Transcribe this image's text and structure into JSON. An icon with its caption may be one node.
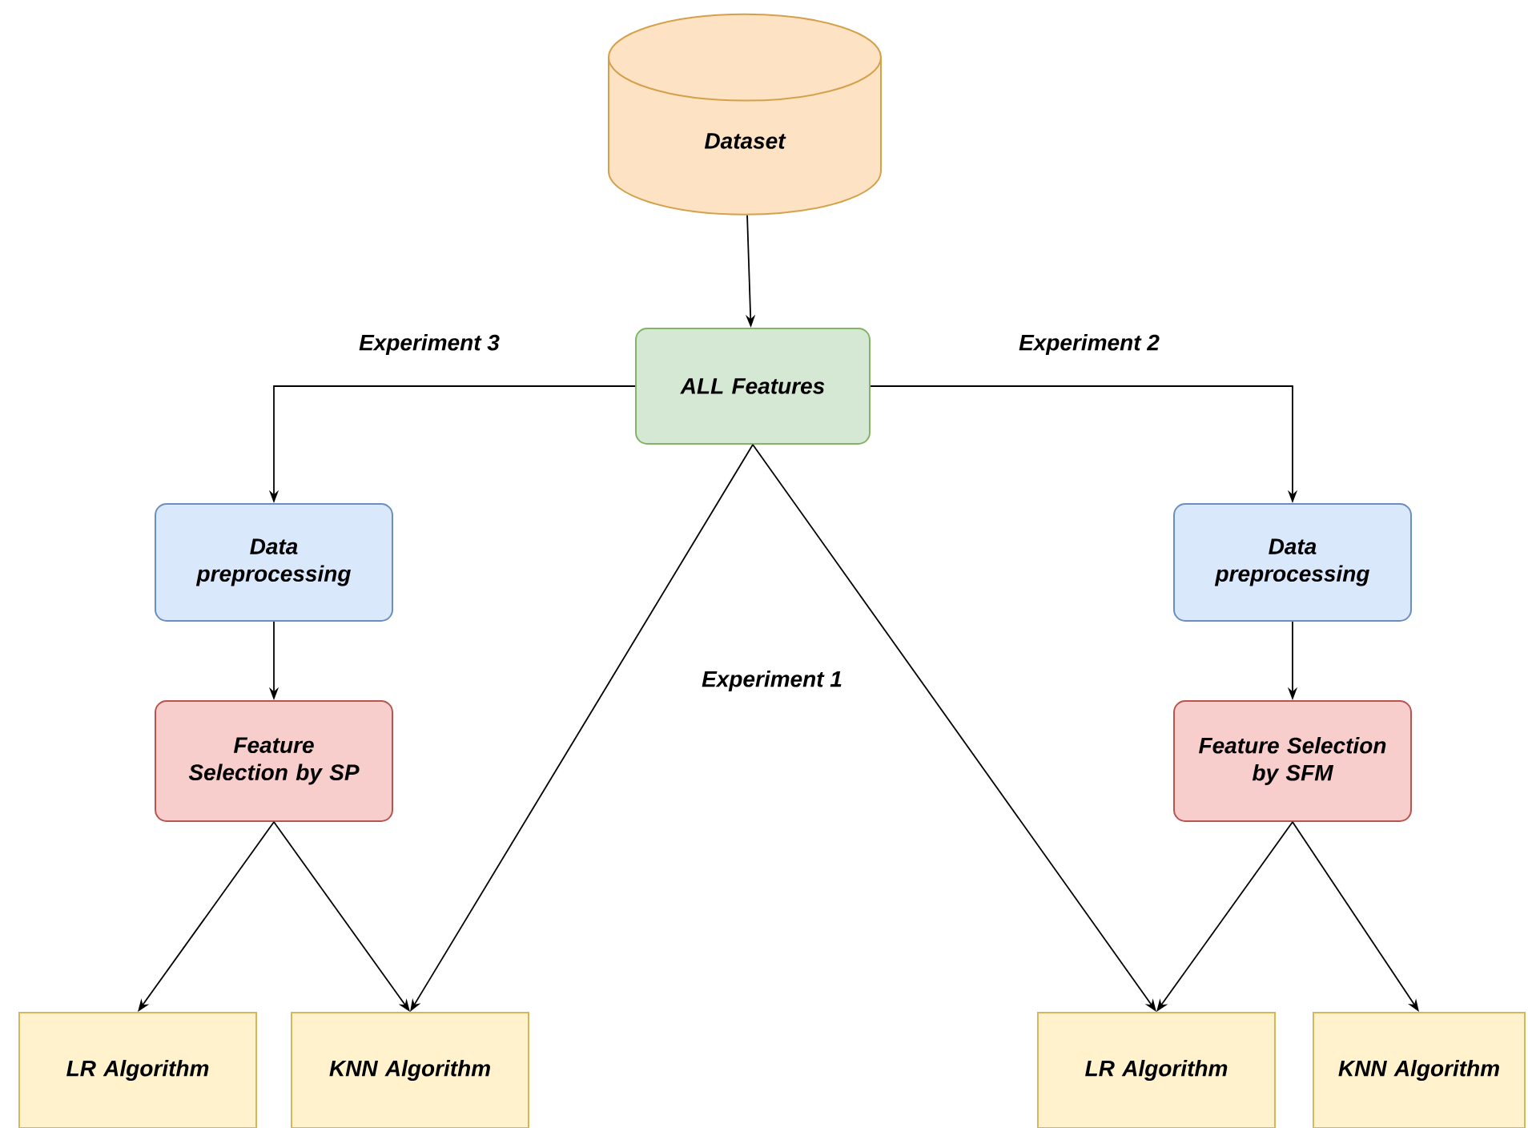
{
  "diagram": {
    "nodes": [
      {
        "text": [
          "Dataset"
        ]
      },
      {
        "text": [
          "ALL Features"
        ]
      },
      {
        "text": [
          "Data preprocessing"
        ]
      },
      {
        "text": [
          "Feature Selection by SP"
        ]
      },
      {
        "text": [
          "LR Algorithm"
        ]
      },
      {
        "text": [
          "KNN Algorithm"
        ]
      },
      {
        "text": [
          "Data preprocessing"
        ]
      },
      {
        "text": [
          "Feature Selection by SFM"
        ]
      },
      {
        "text": [
          "LR Algorithm"
        ]
      },
      {
        "text": [
          "KNN Algorithm"
        ]
      }
    ],
    "edges": [
      {
        "from": 0,
        "to": 1,
        "arrow": "to"
      },
      {
        "from": 1,
        "to": 2,
        "arrow": "to",
        "label": "Experiment 3"
      },
      {
        "from": 1,
        "to": 6,
        "arrow": "to",
        "label": "Experiment 2"
      },
      {
        "from": 1,
        "to": 5,
        "arrow": "to"
      },
      {
        "from": 1,
        "to": 8,
        "arrow": "to"
      },
      {
        "from": 2,
        "to": 3,
        "arrow": "to"
      },
      {
        "from": 3,
        "to": 4,
        "arrow": "to"
      },
      {
        "from": 3,
        "to": 5,
        "arrow": "to"
      },
      {
        "from": 6,
        "to": 7,
        "arrow": "to"
      },
      {
        "from": 7,
        "to": 8,
        "arrow": "to"
      },
      {
        "from": 7,
        "to": 9,
        "arrow": "to"
      }
    ],
    "labels": [
      "Experiment 1"
    ]
  }
}
